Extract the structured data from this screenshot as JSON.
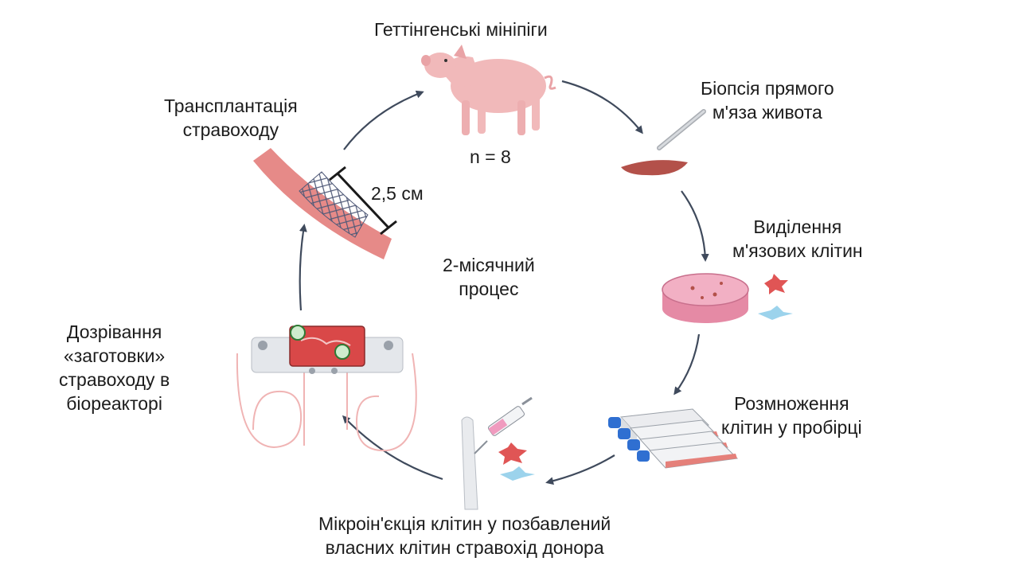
{
  "diagram": {
    "pig_title": "Геттінгенські мініпіги",
    "pig_n": "n = 8",
    "biopsy": [
      "Біопсія прямого",
      "м'яза живота"
    ],
    "isolation": [
      "Виділення",
      "м'язових клітин"
    ],
    "expansion": [
      "Розмноження",
      "клітин у пробірці"
    ],
    "microinjection": [
      "Мікроін'єкція клітин у позбавлений",
      "власних клітин стравохід донора"
    ],
    "maturation": [
      "Дозрівання",
      "«заготовки»",
      "стравоходу в",
      "біореакторі"
    ],
    "transplant": [
      "Трансплантація",
      "стравоходу"
    ],
    "length": "2,5 см",
    "center": [
      "2-місячний",
      "процес"
    ]
  },
  "colors": {
    "arrow": "#3f4a5c",
    "pig": "#f1b9ba",
    "muscle": "#b3514a",
    "tissue": "#e47a78",
    "dish_media": "#e58aa5",
    "stent": "#505a78"
  }
}
